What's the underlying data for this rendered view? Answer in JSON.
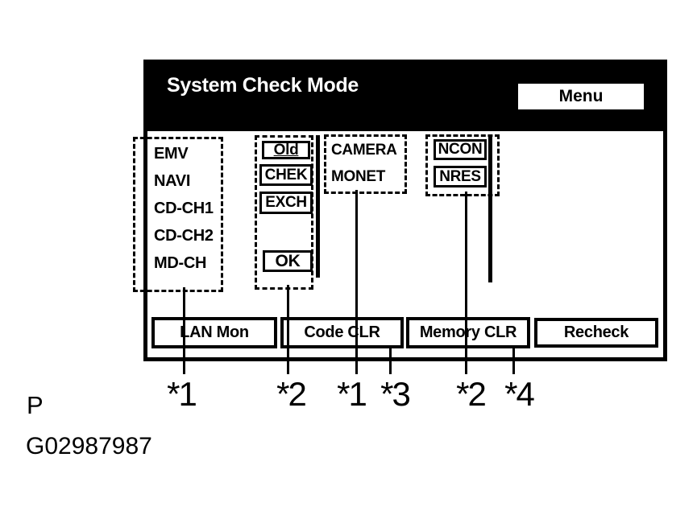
{
  "figure": {
    "part_marker": "P",
    "figure_id": "G02987987"
  },
  "colors": {
    "ink": "#000000",
    "paper": "#ffffff"
  },
  "screen": {
    "title": "System Check Mode",
    "menu_button_label": "Menu",
    "device_list": {
      "items": [
        "EMV",
        "NAVI",
        "CD-CH1",
        "CD-CH2",
        "MD-CH"
      ]
    },
    "status_column": {
      "old_label": "Old",
      "chek_label": "CHEK",
      "exch_label": "EXCH",
      "ok_label": "OK"
    },
    "aux_devices": {
      "items": [
        "CAMERA",
        "MONET"
      ]
    },
    "network_column": {
      "ncon_label": "NCON",
      "nres_label": "NRES"
    },
    "bottom_buttons": {
      "lan_mon": "LAN Mon",
      "code_clr": "Code CLR",
      "memory_clr": "Memory CLR",
      "recheck": "Recheck"
    }
  },
  "callouts": {
    "labels": [
      "*1",
      "*2",
      "*1",
      "*3",
      "*2",
      "*4"
    ]
  }
}
